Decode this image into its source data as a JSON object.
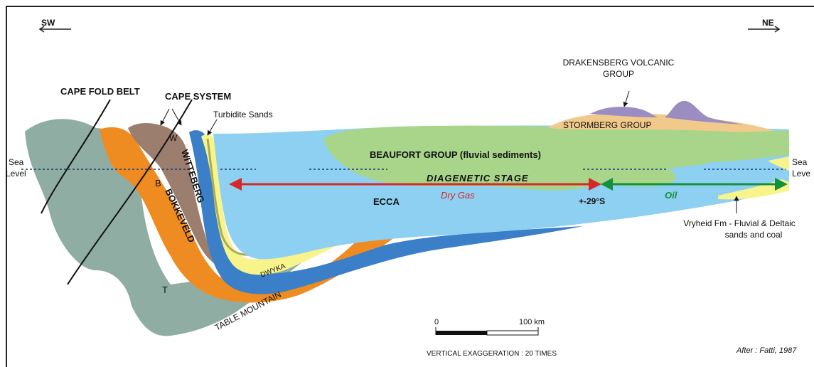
{
  "directions": {
    "left": "SW",
    "right": "NE"
  },
  "labels": {
    "cape_fold_belt": "CAPE FOLD BELT",
    "cape_system": "CAPE SYSTEM",
    "turbidite_sands": "Turbidite Sands",
    "drakensberg_line1": "DRAKENSBERG VOLCANIC",
    "drakensberg_line2": "GROUP",
    "stormberg": "STORMBERG GROUP",
    "beaufort": "BEAUFORT GROUP (fluvial sediments)",
    "diagenetic_stage": "DIAGENETIC  STAGE",
    "dry_gas": "Dry  Gas",
    "oil": "Oil",
    "latitude": "+-29°S",
    "ecca": "ECCA",
    "sea_level_left_1": "Sea",
    "sea_level_left_2": "Level",
    "sea_level_right_1": "Sea",
    "sea_level_right_2": "Leve",
    "w": "W",
    "b": "B",
    "t": "T",
    "witteberg": "WITTEBERG",
    "bokkeveld": "BOKKEVELD",
    "dwyka": "DWYKA",
    "table_mountain": "TABLE MOUNTAIN",
    "vryheid_line1": "Vryheid Fm - Fluvial & Deltaic",
    "vryheid_line2": "sands and coal"
  },
  "scale_bar": {
    "start": "0",
    "end": "100 km"
  },
  "vertical_exaggeration": "VERTICAL EXAGGERATION : 20 TIMES",
  "credit": "After : Fatti, 1987",
  "colors": {
    "table_mountain": "#8fada3",
    "bokkeveld": "#ef8c21",
    "witteberg": "#9c7e6f",
    "dwyka": "#3a7fc7",
    "ecca": "#8ed0f2",
    "turbidite": "#f8f48c",
    "beaufort": "#a8d58a",
    "stormberg": "#f1c98a",
    "drakensberg": "#9b8cc2",
    "gas_arrow": "#d62828",
    "oil_arrow": "#15903c"
  }
}
